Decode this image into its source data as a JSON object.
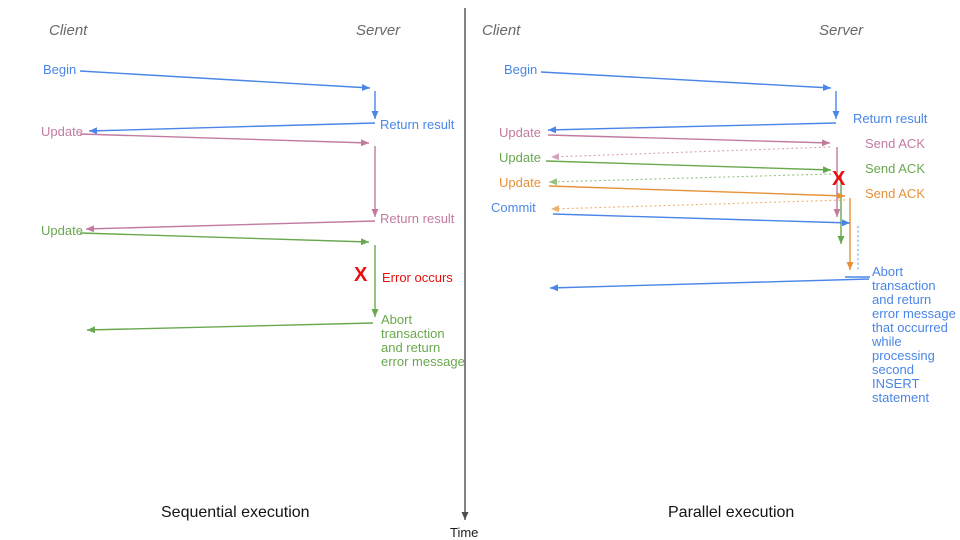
{
  "colors": {
    "blue": "#4a86e8",
    "pink": "#c27ba0",
    "green": "#6aa84f",
    "orange": "#e69138",
    "red": "#ea0f0f",
    "header_gray": "#696969"
  },
  "time_axis": {
    "label": "Time"
  },
  "left_panel": {
    "caption": "Sequential execution",
    "client_header": "Client",
    "server_header": "Server",
    "messages": {
      "begin": "Begin",
      "return_result_1": "Return result",
      "update_1": "Update",
      "return_result_2": "Return result",
      "update_2": "Update",
      "error_mark": "X",
      "error_label": "Error occurs",
      "abort": "Abort\ntransaction\nand return\nerror message"
    }
  },
  "right_panel": {
    "caption": "Parallel execution",
    "client_header": "Client",
    "server_header": "Server",
    "messages": {
      "begin": "Begin",
      "return_result": "Return result",
      "update_1": "Update",
      "send_ack_1": "Send ACK",
      "update_2": "Update",
      "send_ack_2": "Send ACK",
      "update_3": "Update",
      "send_ack_3": "Send ACK",
      "commit": "Commit",
      "error_mark": "X",
      "abort": "Abort\ntransaction\nand return\nerror message\nthat occurred\nwhile\nprocessing\nsecond\nINSERT\nstatement"
    }
  }
}
